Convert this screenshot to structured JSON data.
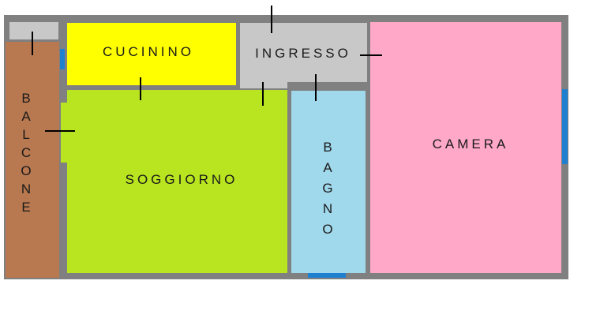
{
  "plan": {
    "rooms": {
      "cucinino": {
        "label": "CUCININO",
        "color": "#ffff00"
      },
      "ingresso": {
        "label": "INGRESSO",
        "color": "#c8c8c8"
      },
      "camera": {
        "label": "CAMERA",
        "color": "#ffa8c8"
      },
      "soggiorno": {
        "label": "SOGGIORNO",
        "color": "#b8e420"
      },
      "bagno": {
        "label": "BAGNO",
        "color": "#a0d8ec"
      },
      "balcone": {
        "label": "BALCONE",
        "color": "#b87850"
      }
    },
    "wall_color": "#808080",
    "window_color": "#2080d0",
    "door_marker_color": "#000000"
  }
}
